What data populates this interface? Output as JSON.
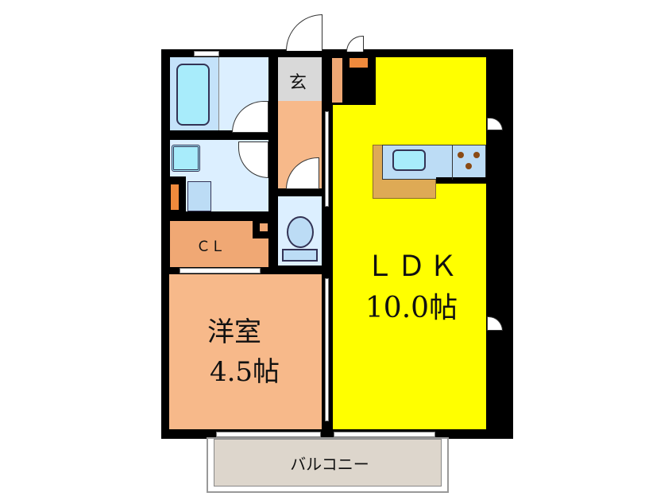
{
  "plan": {
    "rooms": {
      "ldk": {
        "name": "ＬＤＫ",
        "size": "10.0帖",
        "color": "#ffff00"
      },
      "western": {
        "name": "洋室",
        "size": "4.5帖",
        "color": "#f7b98a"
      },
      "closet": {
        "name": "ＣＬ",
        "color": "#f0a874"
      },
      "entrance": {
        "name": "玄",
        "color": "#d9d9d9"
      },
      "balcony": {
        "name": "バルコニー",
        "color": "#ddd6cc"
      }
    },
    "colors": {
      "wall": "#000000",
      "wet_area": "#dcefff",
      "fixture": "#a8ecfb",
      "kitchen_counter": "#deaa55",
      "hallway": "#f7b98a",
      "accent_orange": "#f08a3c"
    }
  }
}
